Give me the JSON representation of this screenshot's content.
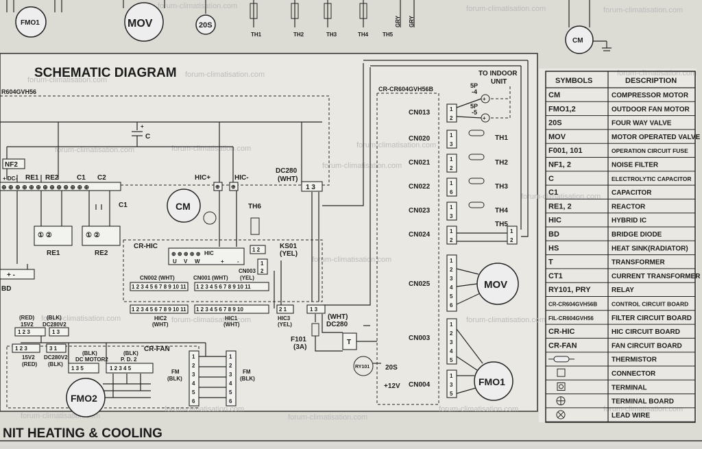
{
  "title": "SCHEMATIC DIAGRAM",
  "footer": "NIT  HEATING & COOLING",
  "watermark": "forum-climatisation.com",
  "top_labels": {
    "fmo1": "FMO1",
    "mov": "MOV",
    "s20": "20S",
    "th1": "TH1",
    "th2": "TH2",
    "th3": "TH3",
    "th4": "TH4",
    "th5": "TH5",
    "gry1": "GRY",
    "gry2": "GRY",
    "cm": "CM"
  },
  "board_labels": {
    "filter_board": "R604GVH56",
    "control_board": "CR-CR604GVH56B",
    "to_indoor": "TO INDOOR",
    "unit": "UNIT",
    "p4": "5P\n-4",
    "p5": "5P\n-5",
    "cn013": "CN013",
    "cn020": "CN020",
    "cn021": "CN021",
    "cn022": "CN022",
    "cn023": "CN023",
    "cn024": "CN024",
    "cn025": "CN025",
    "cn003": "CN003",
    "cn004": "CN004",
    "th1": "TH1",
    "th2": "TH2",
    "th3": "TH3",
    "th4": "TH4",
    "th5": "TH5",
    "mov": "MOV",
    "fmo1": "FMO1",
    "s20": "20S",
    "v12": "+12V",
    "ry101": "RY101",
    "nf2": "NF2",
    "dc_plus": "+  DC-",
    "re1": "RE1",
    "re2": "RE2",
    "c1": "C1",
    "c2": "C2",
    "c_label": "C",
    "c_plus": "+",
    "hic_plus": "HIC+",
    "hic_minus": "HIC-",
    "dc280": "DC280",
    "wht": "(WHT)",
    "cm": "CM",
    "th6": "TH6",
    "cr_hic": "CR-HIC",
    "u": "U",
    "v": "V",
    "w": "W",
    "hic": "HIC",
    "plus": "+",
    "minus": "-",
    "ks01": "KS01",
    "yel": "(YEL)",
    "cn003_small": "CN003",
    "yel2": "(YEL)",
    "cn002": "CN002 (WHT)",
    "cn001": "CN001 (WHT)",
    "hic2": "HIC2",
    "hic1": "HIC1",
    "hic3": "HIC3",
    "wht2": "(WHT)",
    "wht3": "(WHT)",
    "yel3": "(YEL)",
    "wht_dc": "(WHT)",
    "dc280b": "DC280",
    "f101": "F101",
    "f101a": "(3A)",
    "t": "T",
    "red": "(RED)",
    "blk": "(BLK)",
    "v15": "15V2",
    "dc280v2": "DC280V2",
    "v15b": "15V2",
    "dc280v2b": "DC280V2",
    "redb": "(RED)",
    "blkb": "(BLK)",
    "cr_fan": "CR-FAN",
    "blk1": "(BLK)",
    "blk2": "(BLK)",
    "dc_motor": "DC  MOTOR2",
    "pd2": "P. D. 2",
    "fm1": "FM",
    "fm1b": "(BLK)",
    "fm2": "FM",
    "fm2b": "(BLK)",
    "fmo2": "FMO2",
    "re1b": "RE1",
    "re2b": "RE2",
    "bd": "BD",
    "c1b": "C1"
  },
  "legend": {
    "header_symbols": "SYMBOLS",
    "header_description": "DESCRIPTION",
    "rows": [
      {
        "symbol": "CM",
        "description": "COMPRESSOR MOTOR"
      },
      {
        "symbol": "FMO1,2",
        "description": "OUTDOOR FAN MOTOR"
      },
      {
        "symbol": "20S",
        "description": "FOUR WAY VALVE"
      },
      {
        "symbol": "MOV",
        "description": "MOTOR OPERATED VALVE"
      },
      {
        "symbol": "F001, 101",
        "description": "OPERATION CIRCUIT FUSE"
      },
      {
        "symbol": "NF1, 2",
        "description": "NOISE FILTER"
      },
      {
        "symbol": "C",
        "description": "ELECTROLYTIC CAPACITOR"
      },
      {
        "symbol": "C1",
        "description": "CAPACITOR"
      },
      {
        "symbol": "RE1, 2",
        "description": "REACTOR"
      },
      {
        "symbol": "HIC",
        "description": "HYBRID IC"
      },
      {
        "symbol": "BD",
        "description": "BRIDGE DIODE"
      },
      {
        "symbol": "HS",
        "description": "HEAT SINK(RADIATOR)"
      },
      {
        "symbol": "T",
        "description": "TRANSFORMER"
      },
      {
        "symbol": "CT1",
        "description": "CURRENT TRANSFORMER"
      },
      {
        "symbol": "RY101, PRY",
        "description": "RELAY"
      },
      {
        "symbol": "CR-CR604GVH56B",
        "description": "CONTROL CIRCUIT BOARD"
      },
      {
        "symbol": "FIL-CR604GVH56",
        "description": "FILTER CIRCUIT BOARD"
      },
      {
        "symbol": "CR-HIC",
        "description": "HIC CIRCUIT BOARD"
      },
      {
        "symbol": "CR-FAN",
        "description": "FAN CIRCUIT BOARD"
      },
      {
        "symbol": "",
        "description": "THERMISTOR"
      },
      {
        "symbol": "",
        "description": "CONNECTOR"
      },
      {
        "symbol": "",
        "description": "TERMINAL"
      },
      {
        "symbol": "",
        "description": "TERMINAL BOARD"
      },
      {
        "symbol": "",
        "description": "LEAD WIRE"
      }
    ],
    "symbol_icons": [
      "thermistor-icon",
      "connector-icon",
      "terminal-icon",
      "terminal-board-icon",
      "lead-wire-icon"
    ]
  }
}
